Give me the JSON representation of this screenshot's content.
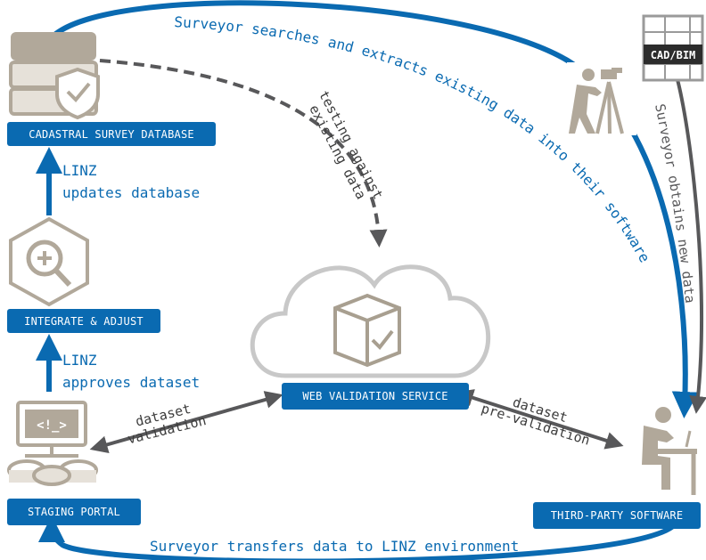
{
  "nodes": {
    "cadastral_db": "CADASTRAL SURVEY DATABASE",
    "integrate": "INTEGRATE & ADJUST",
    "staging": "STAGING PORTAL",
    "web_validation": "WEB VALIDATION SERVICE",
    "third_party": "THIRD-PARTY SOFTWARE",
    "cad_bim": "CAD/BIM"
  },
  "steps": {
    "linz_updates": [
      "LINZ",
      "updates database"
    ],
    "linz_approves": [
      "LINZ",
      "approves dataset"
    ],
    "dataset_validation": [
      "dataset",
      "validation"
    ],
    "dataset_prevalidation": [
      "dataset",
      "pre-validation"
    ],
    "testing": [
      "testing against",
      "existing data"
    ],
    "surveyor_searches": "Surveyor searches and extracts existing data into their software",
    "surveyor_obtains": "Surveyor obtains new data",
    "surveyor_transfers": "Surveyor transfers data to LINZ environment"
  },
  "colors": {
    "brand_blue": "#0a6ab1",
    "icon_beige": "#b1a89a",
    "arrow_grey": "#58585a",
    "cloud_grey": "#c8c8c8"
  },
  "icons": [
    "database-shield-icon",
    "magnify-plus-icon",
    "computer-servers-icon",
    "cloud-box-check-icon",
    "surveyor-theodolite-icon",
    "cad-grid-icon",
    "person-at-desk-icon"
  ]
}
